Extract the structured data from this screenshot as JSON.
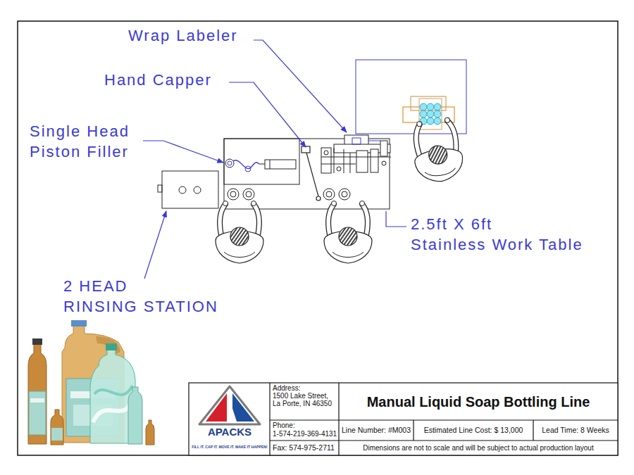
{
  "diagram": {
    "title": "Manual Liquid Soap Bottling Line",
    "labels": [
      "Wrap Labeler",
      "Hand Capper",
      "Single Head Piston Filler",
      "2.5ft X 6ft Stainless Work Table",
      "2 HEAD RINSING STATION",
      "Address:",
      "1500 Lake Street, La Porte, IN 46350",
      "Phone:",
      "1-574-219-369-4131",
      "Fax: 574-975-2711",
      "Line Number: #M003",
      "Estimated Line Cost: $ 13,000",
      "Lead Time: 8 Weeks",
      "Dimensions are not to scale and will be subject to actual production layout",
      "APACKS",
      "FILL IT. CAP IT. MOVE IT. MAKE IT HAPPEN!"
    ]
  }
}
